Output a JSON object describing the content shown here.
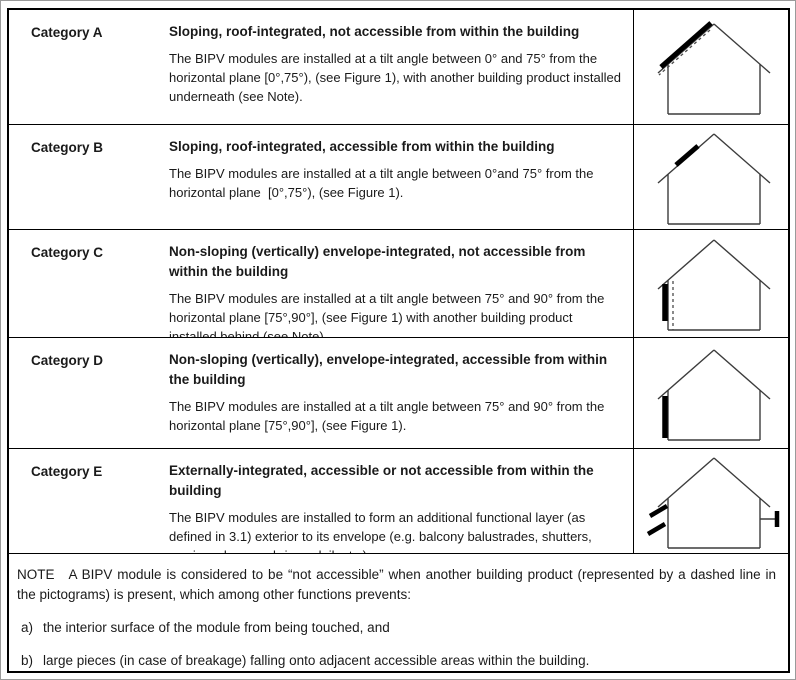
{
  "colors": {
    "border": "#000000",
    "text": "#1a1a1a",
    "module_panel": "#000000"
  },
  "table": {
    "rows": [
      {
        "category": "Category A",
        "heading": "Sloping, roof-integrated, not accessible from within the building",
        "body": "The BIPV modules are installed at a tilt angle between 0° and 75° from the horizontal plane [0°,75°), (see Figure 1), with another building product installed underneath (see Note).",
        "pictogram": "house-roof-panel-with-dashed-underlayer-icon"
      },
      {
        "category": "Category B",
        "heading": "Sloping, roof-integrated, accessible from within the building",
        "body": "The BIPV modules are installed at a tilt angle between 0°and 75° from the horizontal plane  [0°,75°), (see Figure 1).",
        "pictogram": "house-roof-panel-icon"
      },
      {
        "category": "Category C",
        "heading": "Non-sloping (vertically) envelope-integrated, not accessible from within the building",
        "body": "The BIPV modules are installed at a tilt angle between 75° and 90° from the horizontal plane [75°,90°], (see Figure 1) with another building product installed behind (see Note).",
        "pictogram": "house-wall-panel-with-dashed-backing-icon"
      },
      {
        "category": "Category D",
        "heading": "Non-sloping (vertically), envelope-integrated, accessible from within the building",
        "body": "The BIPV modules are installed at a tilt angle between 75° and 90° from the horizontal plane [75°,90°], (see Figure 1).",
        "pictogram": "house-wall-panel-icon"
      },
      {
        "category": "Category E",
        "heading": "Externally-integrated, accessible or not accessible from within the building",
        "body": "The BIPV modules are installed to form an additional functional layer (as defined in 3.1) exterior to its envelope (e.g. balcony balustrades, shutters, awnings, louvers, brise soleil, etc.).",
        "pictogram": "house-external-louvers-and-balustrade-icon"
      }
    ],
    "note": {
      "label": "NOTE",
      "text": "A BIPV module is considered to be “not accessible” when another building product (represented by a dashed line in the pictograms) is present, which among other functions prevents:",
      "items": [
        {
          "marker": "a)",
          "text": "the interior surface of the module from being touched, and"
        },
        {
          "marker": "b)",
          "text": "large pieces (in case of breakage) falling onto adjacent accessible areas within the building."
        }
      ]
    }
  }
}
